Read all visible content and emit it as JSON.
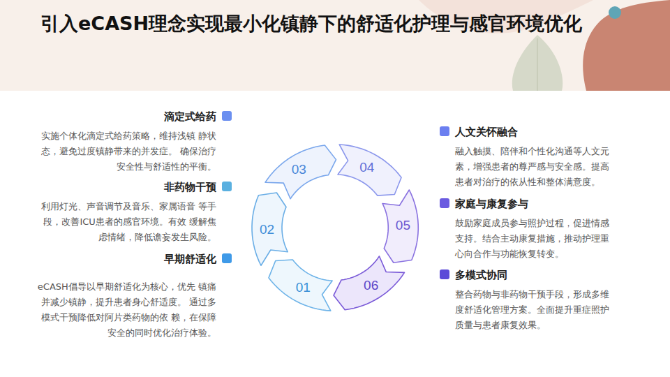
{
  "diagram": {
    "title": "引入eCASH理念实现最小化镇静下的舒适化护理与感官环境优化",
    "nodes": [
      {
        "text": [
          "滴定式给药",
          "实施个体化滴定式给药策略，维持浅镇 静状态，避免过度镇静带来的并发症。 确保治疗安全性与舒适性的平衡。"
        ]
      },
      {
        "text": [
          "非药物干预",
          "利用灯光、声音调节及音乐、家属语音 等手段，改善ICU患者的感官环境。有效 缓解焦虑情绪，降低谵妄发生风险。"
        ]
      },
      {
        "text": [
          "早期舒适化",
          "eCASH倡导以早期舒适化为核心，优先 镇痛并减少镇静，提升患者身心舒适度。 通过多模式干预降低对阿片类药物的依 赖，在保障安全的同时优化治疗体验。"
        ]
      },
      {
        "text": [
          "01"
        ]
      },
      {
        "text": [
          "02"
        ]
      },
      {
        "text": [
          "03"
        ]
      },
      {
        "text": [
          "04"
        ]
      },
      {
        "text": [
          "05"
        ]
      },
      {
        "text": [
          "06"
        ]
      },
      {
        "text": [
          "人文关怀融合",
          "融入触摸、陪伴和个性化沟通等人文元 素，增强患者的尊严感与安全感。提高 患者对治疗的依从性和整体满意度。"
        ]
      },
      {
        "text": [
          "家庭与康复参与",
          "鼓励家庭成员参与照护过程，促进情感 支持。结合主动康复措施，推动护理重 心向合作与功能恢复转变。"
        ]
      },
      {
        "text": [
          "多模式协同",
          "整合药物与非药物干预手段，形成多维 度舒适化管理方案。全面提升重症照护 质量与患者康复效果。"
        ]
      }
    ]
  }
}
